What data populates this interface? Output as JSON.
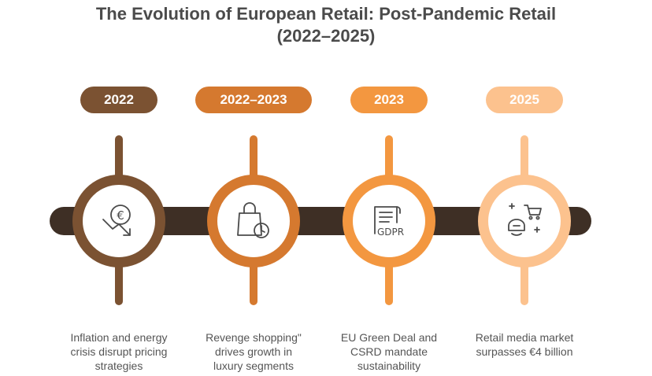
{
  "title": {
    "line1": "The Evolution of European Retail: Post-Pandemic Retail",
    "line2": "(2022–2025)"
  },
  "milestones": [
    {
      "year": "2022",
      "color": "#7b5232",
      "icon": "euro-down-arrow-icon",
      "caption": [
        "Inflation and energy",
        "crisis disrupt pricing",
        "strategies"
      ]
    },
    {
      "year": "2022–2023",
      "color": "#d5792f",
      "icon": "shopping-bag-icon",
      "caption": [
        "Revenge shopping\"",
        "drives growth in",
        "luxury segments"
      ]
    },
    {
      "year": "2023",
      "color": "#f39740",
      "icon": "gdpr-document-icon",
      "caption": [
        "EU Green Deal and",
        "CSRD mandate",
        "sustainability"
      ]
    },
    {
      "year": "2025",
      "color": "#fcc28e",
      "icon": "vr-shopping-cart-icon",
      "caption": [
        "Retail media market",
        "surpasses €4 billion"
      ]
    }
  ]
}
